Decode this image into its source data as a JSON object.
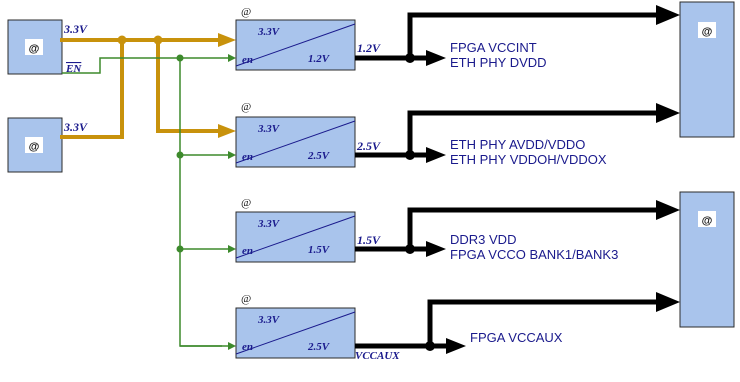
{
  "blocks": {
    "source_top": {
      "label": "@"
    },
    "source_bottom": {
      "label": "@"
    },
    "fpga": {
      "label": "@"
    },
    "ddr": {
      "label": "@"
    }
  },
  "rails": {
    "input_top": "3.3V",
    "input_bottom": "3.3V",
    "enable": "EN"
  },
  "regulators": [
    {
      "ref": "@",
      "vin": "3.3V",
      "en": "en",
      "vout": "1.2V",
      "net": "1.2V",
      "loads": [
        "FPGA VCCINT",
        "ETH PHY DVDD"
      ]
    },
    {
      "ref": "@",
      "vin": "3.3V",
      "en": "en",
      "vout": "2.5V",
      "net": "2.5V",
      "loads": [
        "ETH PHY AVDD/VDDO",
        "ETH PHY VDDOH/VDDOX"
      ]
    },
    {
      "ref": "@",
      "vin": "3.3V",
      "en": "en",
      "vout": "1.5V",
      "net": "1.5V",
      "loads": [
        "DDR3 VDD",
        "FPGA VCCO BANK1/BANK3"
      ]
    },
    {
      "ref": "@",
      "vin": "3.3V",
      "en": "en",
      "vout": "2.5V",
      "net": "VCCAUX",
      "loads": [
        "FPGA VCCAUX"
      ]
    }
  ],
  "colors": {
    "block_fill": "#a9c4ec",
    "block_stroke": "#2b2b2b",
    "power_bus": "#c8920c",
    "enable_line": "#3d8a2c",
    "output_line": "#000000",
    "text_blue": "#1a1a8c"
  }
}
